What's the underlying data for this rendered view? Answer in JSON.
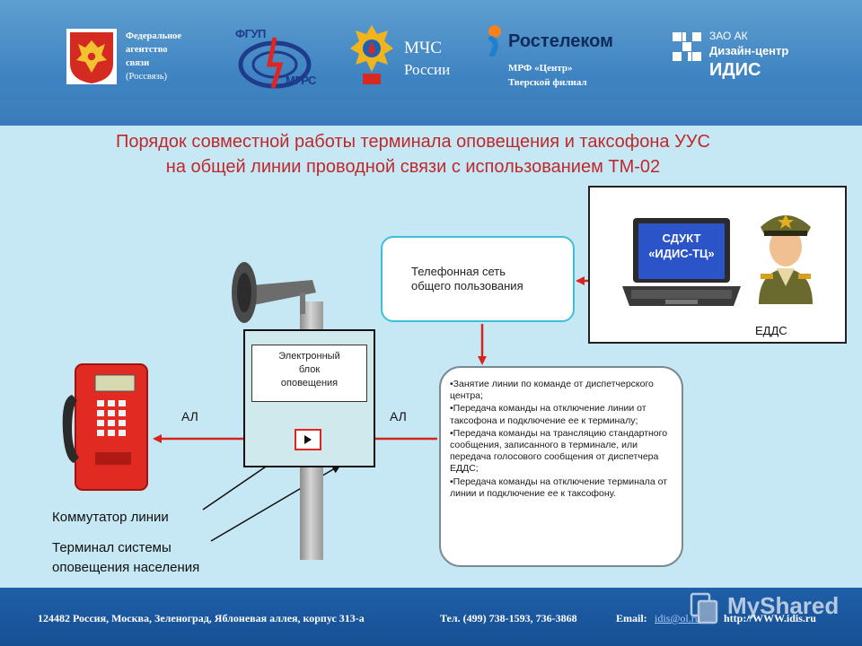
{
  "header": {
    "rossvyaz": [
      "Федеральное",
      "агентство",
      "связи",
      "(Россвязь)"
    ],
    "fgup": {
      "line1": "ФГУП",
      "line2": "МГРС"
    },
    "mchs": {
      "line1": "МЧС",
      "line2": "России"
    },
    "rostelecom": {
      "name": "Ростелеком",
      "line1": "МРФ «Центр»",
      "line2": "Тверской филиал"
    },
    "idis": {
      "line1": "ЗАО АК",
      "line2": "Дизайн-центр",
      "line3": "ИДИС"
    }
  },
  "title": {
    "line1": "Порядок совместной работы терминала оповещения и таксофона УУС",
    "line2": "на общей линии проводной связи с использованием ТМ-02"
  },
  "eddc": {
    "screen_line1": "СДУКТ",
    "screen_line2": "«ИДИС-ТЦ»",
    "label": "ЕДДС"
  },
  "network": {
    "line1": "Телефонная сеть",
    "line2": "общего пользования"
  },
  "eblock": {
    "line1": "Электронный",
    "line2": "блок",
    "line3": "оповещения"
  },
  "al_left": "АЛ",
  "al_right": "АЛ",
  "commands": [
    "•Занятие линии по команде от диспетчерского центра;",
    "•Передача команды на отключение линии от таксофона и подключение ее к терминалу;",
    "•Передача команды на трансляцию стандартного сообщения, записанного в терминале, или передача голосового сообщения от диспетчера ЕДДС;",
    "•Передача команды на отключение терминала от линии и подключение ее к таксофону."
  ],
  "labels": {
    "switch": "Коммутатор линии",
    "terminal_line1": "Терминал системы",
    "terminal_line2": "оповещения населения"
  },
  "footer": {
    "address": "124482 Россия, Москва, Зеленоград, Яблоневая аллея, корпус 313-а",
    "phone": "Тел. (499) 738-1593, 736-3868",
    "email_label": "Email:",
    "email": "idis@ol.ru",
    "url": "http://WWW.idis.ru",
    "watermark": "MyShared"
  },
  "colors": {
    "arrow": "#d9241e",
    "title": "#c0282b",
    "header": "#3f84c2",
    "footer": "#1a57a0"
  }
}
